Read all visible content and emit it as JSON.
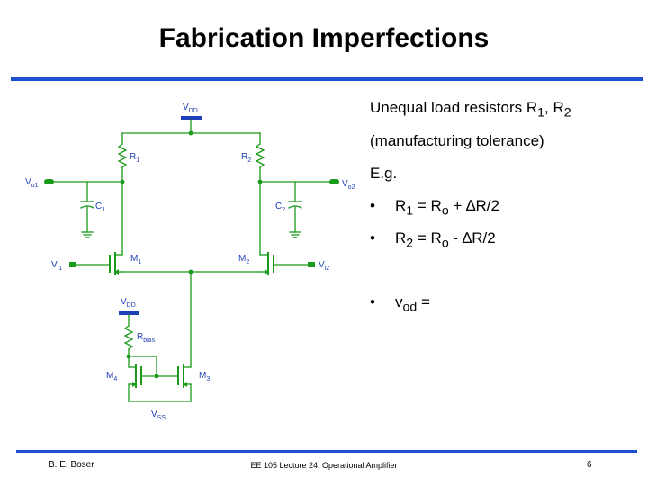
{
  "title": "Fabrication Imperfections",
  "circuit": {
    "vdd_top": "V",
    "vdd_top_sub": "DD",
    "r1": "R",
    "r1_sub": "1",
    "r2": "R",
    "r2_sub": "2",
    "vo1": "V",
    "vo1_sub": "o1",
    "vo2": "V",
    "vo2_sub": "o2",
    "c1": "C",
    "c1_sub": "1",
    "c2": "C",
    "c2_sub": "2",
    "m1": "M",
    "m1_sub": "1",
    "m2": "M",
    "m2_sub": "2",
    "vi1": "V",
    "vi1_sub": "i1",
    "vi2": "V",
    "vi2_sub": "i2",
    "vdd_bias": "V",
    "vdd_bias_sub": "DD",
    "rbias": "R",
    "rbias_sub": "bias",
    "m4": "M",
    "m4_sub": "4",
    "m3": "M",
    "m3_sub": "3",
    "vss": "V",
    "vss_sub": "SS"
  },
  "notes": {
    "line1_pre": "Unequal load resistors R",
    "line1_sub1": "1",
    "line1_mid": ", R",
    "line1_sub2": "2",
    "line2": "(manufacturing tolerance)",
    "line3": "E.g.",
    "bullet_char": "•",
    "b1_pre": "R",
    "b1_sub1": "1",
    "b1_mid": " = R",
    "b1_sub2": "o",
    "b1_post": " + ∆R/2",
    "b2_pre": "R",
    "b2_sub1": "2",
    "b2_mid": " = R",
    "b2_sub2": "o",
    "b2_post": " - ∆R/2",
    "b3_pre": "v",
    "b3_sub": "od",
    "b3_post": " ="
  },
  "footer": {
    "author": "B. E. Boser",
    "course": "EE 105 Lecture 24: Operational Amplifier",
    "page": "6"
  },
  "colors": {
    "wire": "#1a9a1a",
    "label": "#1f3fb8",
    "accent": "#1f4fd1"
  }
}
